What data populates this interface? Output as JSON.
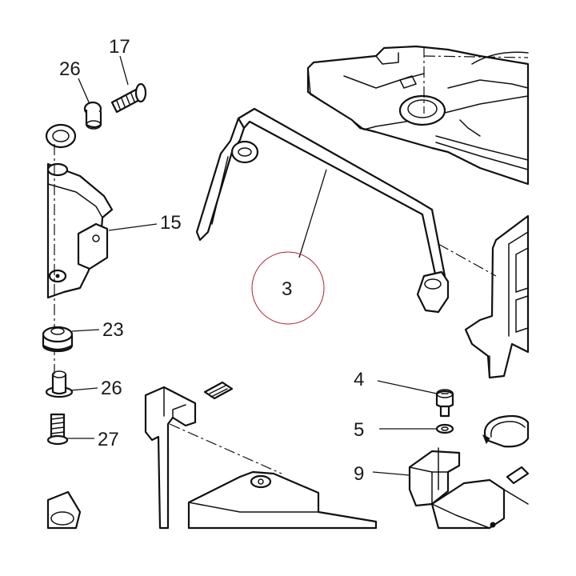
{
  "diagram": {
    "callouts": [
      {
        "id": "label-26-top",
        "text": "26"
      },
      {
        "id": "label-17",
        "text": "17"
      },
      {
        "id": "label-15",
        "text": "15"
      },
      {
        "id": "label-3",
        "text": "3"
      },
      {
        "id": "label-23",
        "text": "23"
      },
      {
        "id": "label-26-bottom",
        "text": "26"
      },
      {
        "id": "label-27",
        "text": "27"
      },
      {
        "id": "label-4",
        "text": "4"
      },
      {
        "id": "label-5",
        "text": "5"
      },
      {
        "id": "label-9",
        "text": "9"
      }
    ],
    "highlight_color": "#b0203a",
    "line_color": "#111111"
  }
}
